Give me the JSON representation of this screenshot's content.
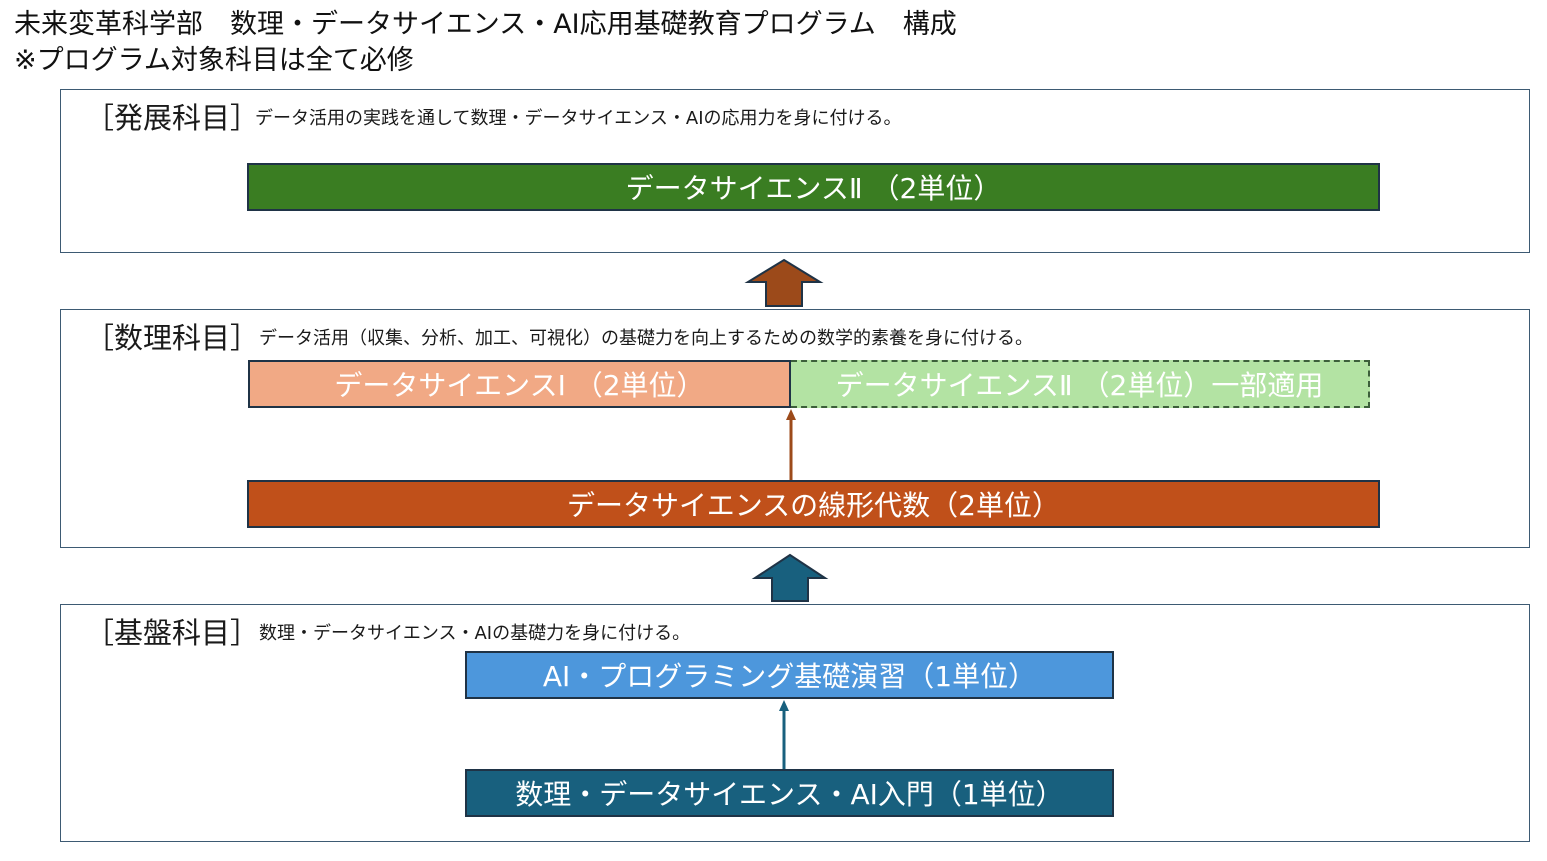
{
  "header": {
    "title": "未来変革科学部　数理・データサイエンス・AI応用基礎教育プログラム　構成",
    "note": "※プログラム対象科目は全て必修"
  },
  "sections": {
    "advanced": {
      "heading": "［発展科目］",
      "description": "データ活用の実践を通して数理・データサイエンス・AIの応用力を身に付ける。"
    },
    "math": {
      "heading": "［数理科目］",
      "description": "データ活用（収集、分析、加工、可視化）の基礎力を向上するための数学的素養を身に付ける。"
    },
    "basic": {
      "heading": "［基盤科目］",
      "description": "数理・データサイエンス・AIの基礎力を身に付ける。"
    }
  },
  "courses": {
    "ds2": "データサイエンスⅡ （2単位）",
    "ds1": "データサイエンスⅠ （2単位）",
    "ds2_partial": "データサイエンスⅡ （2単位）一部適用",
    "linear_algebra": "データサイエンスの線形代数（2単位）",
    "ai_programming": "AI・プログラミング基礎演習（1単位）",
    "intro": "数理・データサイエンス・AI入門（1単位）"
  },
  "colors": {
    "advanced_course": "#3a7d22",
    "ds1_course": "#f1a985",
    "ds2_partial_course": "#b3e3a3",
    "linear_algebra_course": "#c0501a",
    "ai_programming_course": "#4d97dc",
    "intro_course": "#18607e",
    "math_to_advanced_arrow": "#9c4a1a",
    "basic_to_math_arrow": "#18607e",
    "section_border": "#3d5a73"
  },
  "icons": {
    "math_to_advanced": "block-arrow-up-icon",
    "basic_to_math": "block-arrow-up-icon",
    "linear_algebra_to_ds1": "arrow-up-icon",
    "intro_to_ai_programming": "arrow-up-icon"
  }
}
